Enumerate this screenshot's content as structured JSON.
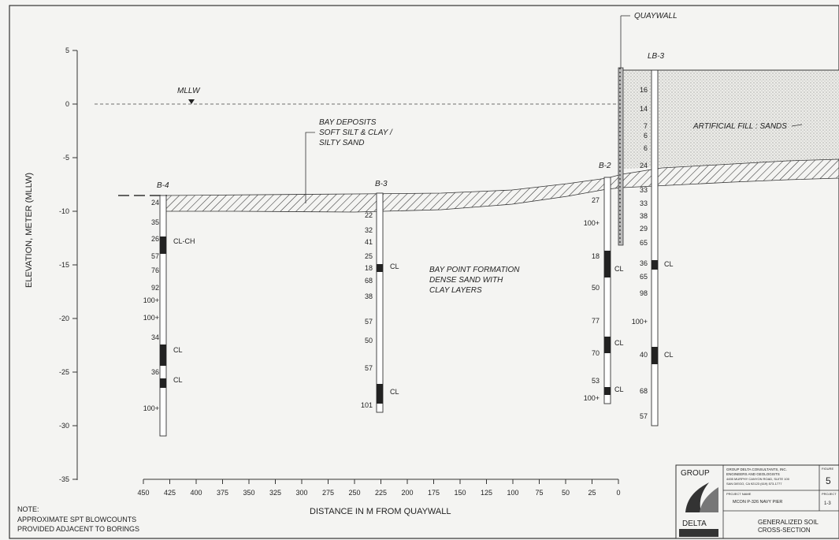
{
  "diagram": {
    "yaxis_label": "ELEVATION, METER (MLLW)",
    "xaxis_label": "DISTANCE IN M FROM QUAYWALL",
    "y_ticks": [
      "5",
      "0",
      "-5",
      "-10",
      "-15",
      "-20",
      "-25",
      "-30",
      "-35"
    ],
    "x_ticks": [
      "450",
      "425",
      "400",
      "375",
      "350",
      "325",
      "300",
      "275",
      "250",
      "225",
      "200",
      "175",
      "150",
      "125",
      "100",
      "75",
      "50",
      "25",
      "0"
    ],
    "mllw_label": "MLLW",
    "quaywall_label": "QUAYWALL",
    "bay_deposits_label": [
      "BAY DEPOSITS",
      "SOFT SILT & CLAY /",
      "SILTY SAND"
    ],
    "bay_point_label": [
      "BAY POINT FORMATION",
      "DENSE SAND WITH",
      "CLAY LAYERS"
    ],
    "fill_label": "ARTIFICIAL FILL : SANDS",
    "note_title": "NOTE:",
    "note_lines": [
      "APPROXIMATE SPT BLOWCOUNTS",
      "PROVIDED ADJACENT TO BORINGS"
    ]
  },
  "borings": [
    {
      "name": "B-4",
      "blowcounts": [
        "24",
        "35",
        "26",
        "57",
        "76",
        "92",
        "100+",
        "100+",
        "34",
        "36",
        "100+"
      ],
      "soil_labels": [
        "CL-CH",
        "CL",
        "CL"
      ]
    },
    {
      "name": "B-3",
      "blowcounts": [
        "22",
        "32",
        "41",
        "25",
        "18",
        "68",
        "38",
        "57",
        "50",
        "57",
        "101"
      ],
      "soil_labels": [
        "CL",
        "CL"
      ]
    },
    {
      "name": "B-2",
      "blowcounts": [
        "27",
        "100+",
        "18",
        "50",
        "77",
        "70",
        "53",
        "100+"
      ],
      "soil_labels": [
        "CL",
        "CL",
        "CL"
      ]
    },
    {
      "name": "LB-3",
      "blowcounts": [
        "16",
        "14",
        "7",
        "6",
        "6",
        "24",
        "33",
        "33",
        "38",
        "29",
        "65",
        "36",
        "65",
        "98",
        "100+",
        "40",
        "68",
        "57"
      ],
      "soil_labels": [
        "CL",
        "CL"
      ]
    }
  ],
  "title_block": {
    "logo_top": "GROUP",
    "logo_bottom": "DELTA",
    "company": [
      "GROUP DELTA CONSULTANTS, INC.",
      "ENGINEERS AND GEOLOGISTS",
      "4455 MURPHY CANYON ROAD, SUITE 100",
      "SAN DIEGO, CA 92123  (619) 573-1777"
    ],
    "project_name_label": "PROJECT NAME",
    "project_name": "MCON P-326 NAVY PIER",
    "project_no_label": "PROJECT",
    "project_no": "1-3",
    "figure_label": "FIGURE",
    "figure_no": "5",
    "drawing_title": [
      "GENERALIZED SOIL",
      "CROSS-SECTION"
    ]
  }
}
